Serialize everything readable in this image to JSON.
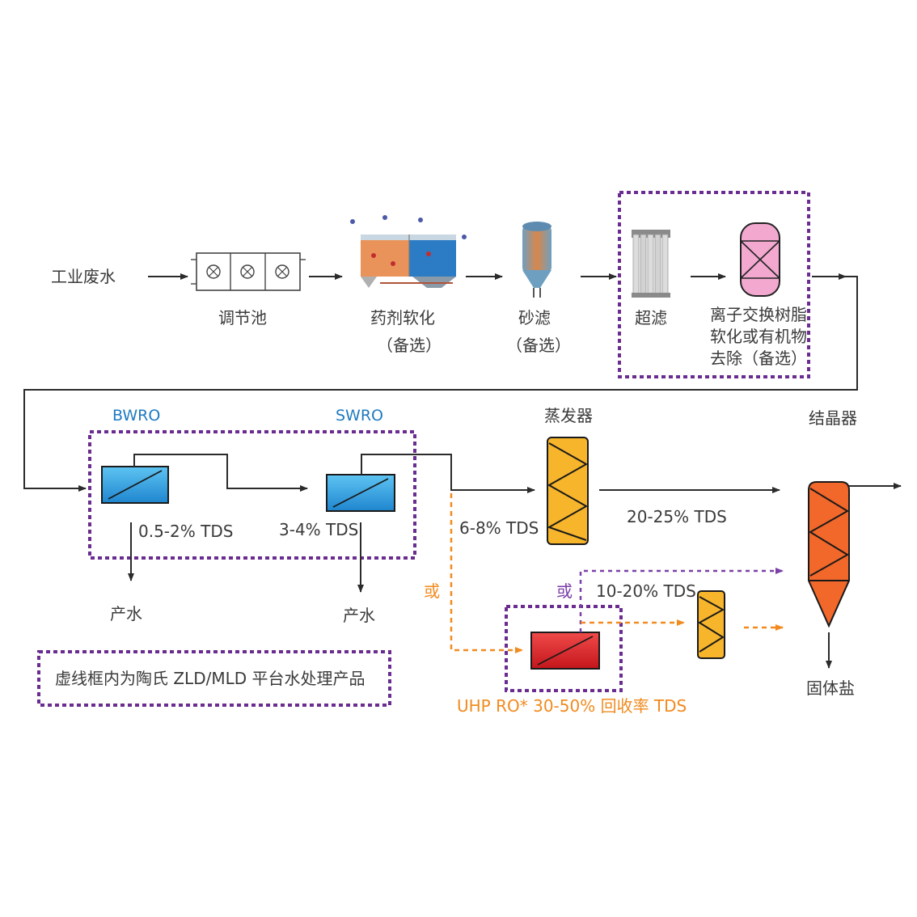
{
  "stages": {
    "input": "工业废水",
    "equalization": "调节池",
    "softening": "药剂软化",
    "softening_note": "（备选）",
    "sand_filter": "砂滤",
    "sand_filter_note": "（备选）",
    "ultrafiltration": "超滤",
    "ion_exchange_line1": "离子交换树脂",
    "ion_exchange_line2": "软化或有机物",
    "ion_exchange_line3": "去除（备选）"
  },
  "ro": {
    "bwro": "BWRO",
    "swro": "SWRO",
    "bwro_tds": "0.5-2% TDS",
    "swro_tds": "3-4% TDS",
    "product_water_1": "产水",
    "product_water_2": "产水"
  },
  "thermal": {
    "evaporator": "蒸发器",
    "crystallizer": "结晶器",
    "tds_6_8": "6-8% TDS",
    "tds_20_25": "20-25% TDS",
    "tds_10_20": "10-20% TDS",
    "solid_salt": "固体盐"
  },
  "alternatives": {
    "or_orange": "或",
    "or_purple": "或",
    "uhp_ro": "UHP RO* 30-50% 回收率 TDS"
  },
  "legend": {
    "text": "虚线框内为陶氏 ZLD/MLD 平台水处理产品"
  },
  "colors": {
    "line": "#2b2b2b",
    "purple_dash": "#6a2c91",
    "orange_dash": "#f28a1e",
    "blue_membrane": "#2da3e6",
    "yellow_evap": "#f7b52c",
    "orange_cryst": "#f2672a",
    "red_uhp": "#e0242b"
  }
}
